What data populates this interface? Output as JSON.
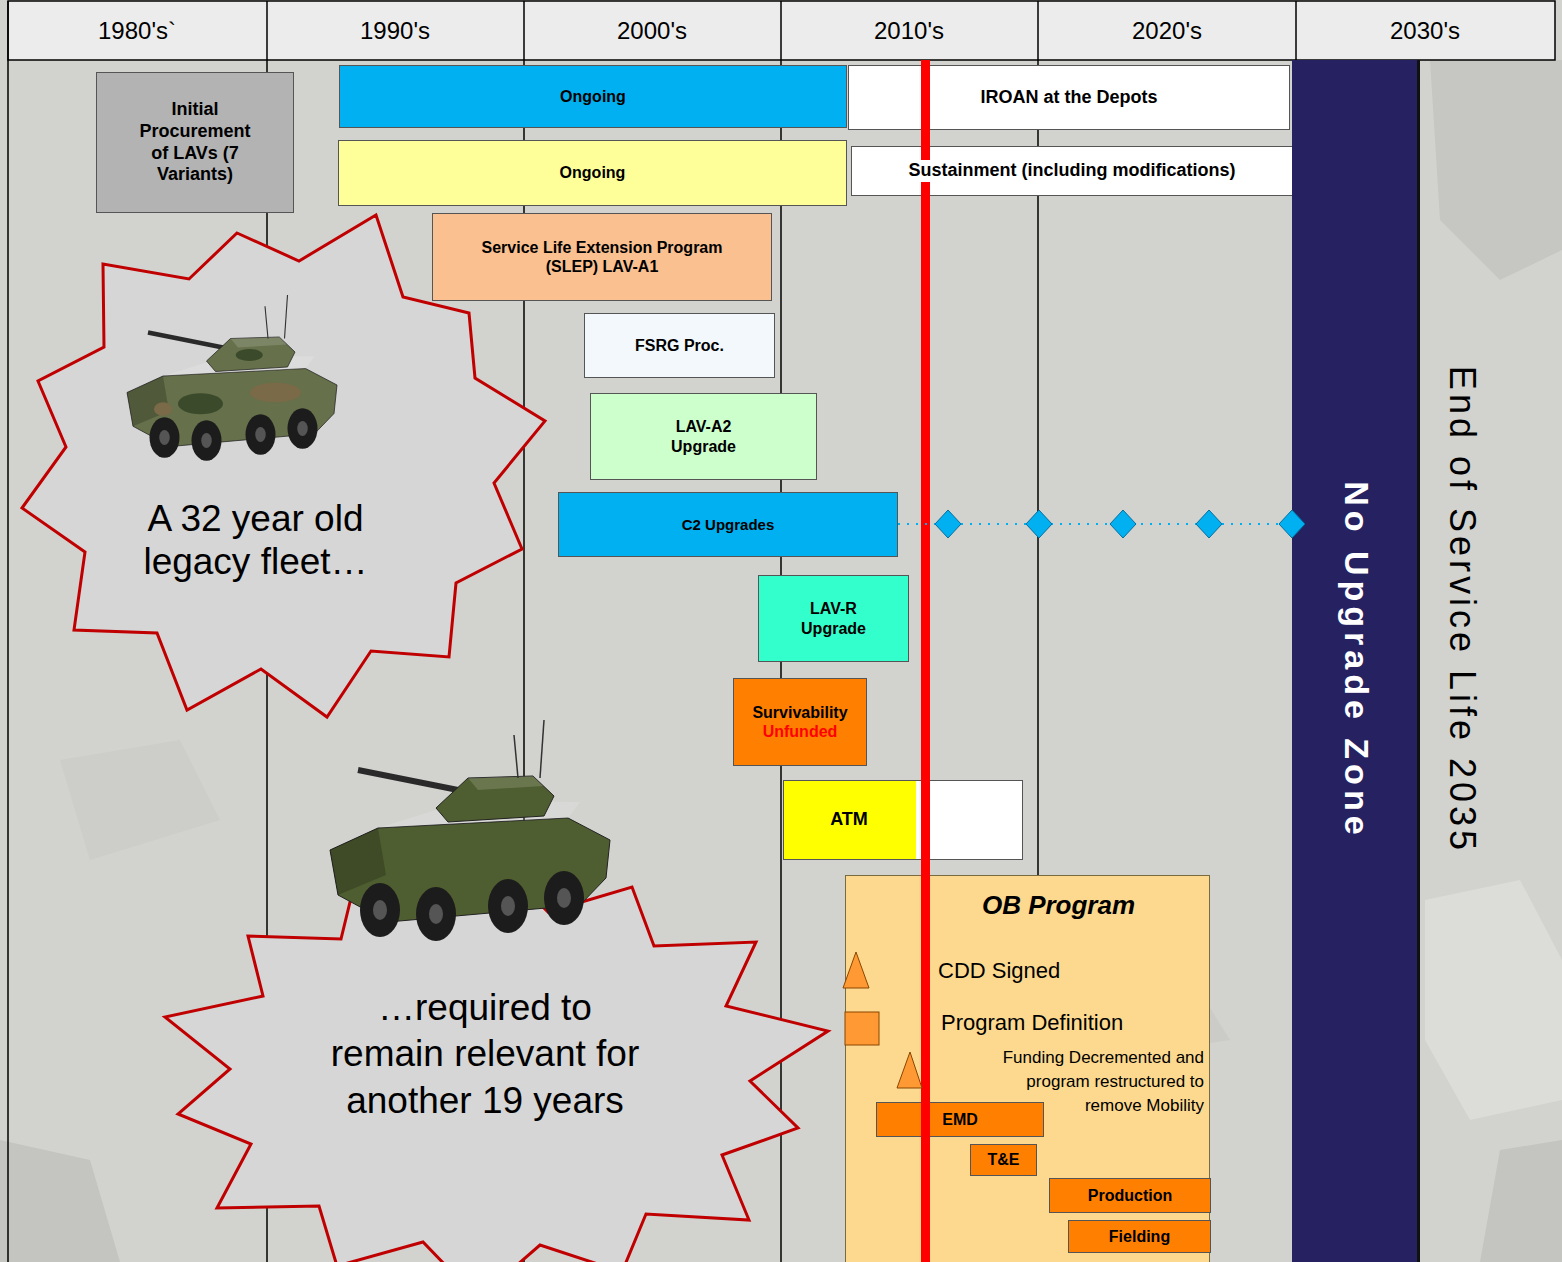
{
  "diagram": {
    "nodes": [
      {
        "text": [
          "Initial Procurement of LAVs (7 Variants)"
        ]
      },
      {
        "text": [
          "Ongoing"
        ]
      },
      {
        "text": [
          "IROAN at the Depots"
        ]
      },
      {
        "text": [
          "Ongoing"
        ]
      },
      {
        "text": [
          "Sustainment (including modifications)"
        ]
      },
      {
        "text": [
          "Service Life Extension Program (SLEP) LAV-A1"
        ]
      },
      {
        "text": [
          "FSRG Proc."
        ]
      },
      {
        "text": [
          "LAV-A2 Upgrade"
        ]
      },
      {
        "text": [
          "C2 Upgrades"
        ]
      },
      {
        "text": [
          "LAV-R Upgrade"
        ]
      },
      {
        "text": [
          "Survivability",
          "Unfunded"
        ]
      },
      {
        "text": [
          "ATM"
        ]
      },
      {
        "text": [
          "OB Program",
          "CDD Signed",
          "Program Definition",
          "Funding Decremented and program restructured to remove Mobility"
        ]
      },
      {
        "text": [
          "EMD"
        ],
        "in": 12
      },
      {
        "text": [
          "T&E"
        ],
        "in": 12
      },
      {
        "text": [
          "Production"
        ],
        "in": 12
      },
      {
        "text": [
          "Fielding"
        ],
        "in": 12
      },
      {
        "text": [
          "No Upgrade Zone"
        ]
      },
      {
        "text": [
          "A 32 year old legacy fleet…"
        ]
      },
      {
        "text": [
          "…required to remain relevant for another 19 years"
        ]
      }
    ],
    "labels": [
      "1980's`",
      "1990's",
      "2000's",
      "2010's",
      "2020's",
      "2030's",
      "End of Service Life 2035"
    ]
  }
}
